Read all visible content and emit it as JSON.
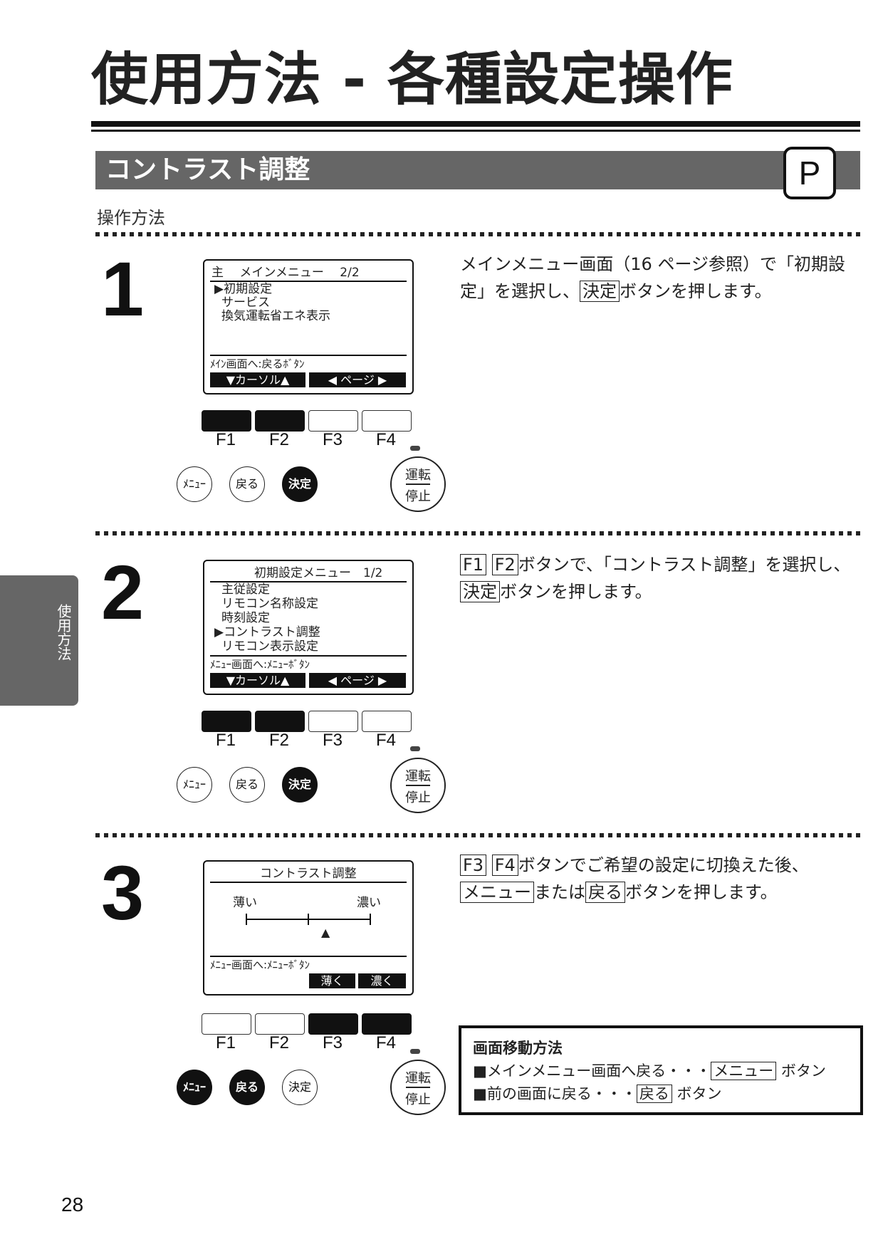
{
  "page": {
    "title": "使用方法 - 各種設定操作",
    "section_title": "コントラスト調整",
    "badge": "P",
    "subheading": "操作方法",
    "side_tab": "使用方法",
    "page_number": "28"
  },
  "steps": [
    {
      "number": "1",
      "lcd": {
        "header": "主　 メインメニュー　 2/2",
        "items": [
          "▶初期設定",
          "サービス",
          "換気運転省エネ表示"
        ],
        "footer": "ﾒｲﾝ画面へ:戻るﾎﾞﾀﾝ",
        "bar1": "▼カーソル▲",
        "bar2": "◀ ページ ▶"
      },
      "desc": {
        "text1": "メインメニュー画面（16 ページ参照）で「初期設定」を選択し、",
        "key1": "決定",
        "text2": "ボタンを押します。"
      }
    },
    {
      "number": "2",
      "lcd": {
        "header": "初期設定メニュー　1/2",
        "items": [
          "主従設定",
          "リモコン名称設定",
          "時刻設定",
          "▶コントラスト調整",
          "リモコン表示設定"
        ],
        "footer": "ﾒﾆｭｰ画面へ:ﾒﾆｭｰﾎﾞﾀﾝ",
        "bar1": "▼カーソル▲",
        "bar2": "◀ ページ ▶"
      },
      "desc": {
        "key1": "F1",
        "key2": "F2",
        "text1": "ボタンで、「コントラスト調整」を選択し、",
        "key3": "決定",
        "text2": "ボタンを押します。"
      }
    },
    {
      "number": "3",
      "lcd": {
        "header": "コントラスト調整",
        "label_left": "薄い",
        "label_right": "濃い",
        "marker": "▲",
        "footer": "ﾒﾆｭｰ画面へ:ﾒﾆｭｰﾎﾞﾀﾝ",
        "bar1": "薄く",
        "bar2": "濃く"
      },
      "desc": {
        "key1": "F3",
        "key2": "F4",
        "text1": "ボタンでご希望の設定に切換えた後、",
        "key3": "メニュー",
        "text2": "または",
        "key4": "戻る",
        "text3": "ボタンを押します。"
      }
    }
  ],
  "remote": {
    "f_labels": [
      "F1",
      "F2",
      "F3",
      "F4"
    ],
    "menu": "ﾒﾆｭｰ",
    "back": "戻る",
    "enter": "決定",
    "run_line1": "運転",
    "run_line2": "停止"
  },
  "info_box": {
    "title": "画面移動方法",
    "line1_text": "■メインメニュー画面へ戻る・・・",
    "line1_key": "メニュー",
    "line1_suffix": "ボタン",
    "line2_text": "■前の画面に戻る・・・",
    "line2_key": "戻る",
    "line2_suffix": "ボタン"
  }
}
